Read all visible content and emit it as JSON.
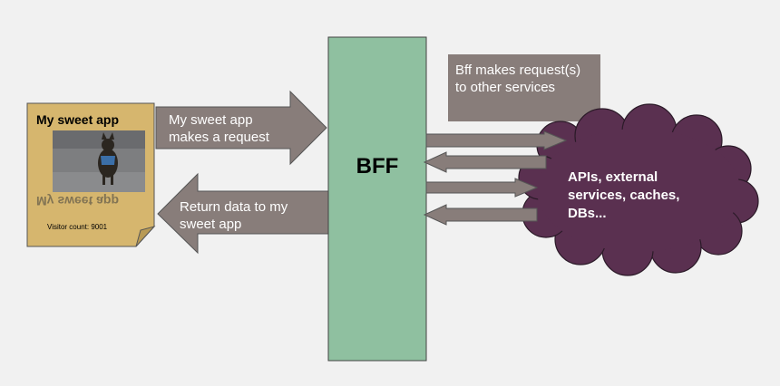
{
  "app": {
    "title": "My sweet app",
    "mirrored_title": "My sweet app",
    "visitor_count": "Visitor count: 9001"
  },
  "request_arrow": {
    "line1": "My sweet app",
    "line2": "makes a request"
  },
  "return_arrow": {
    "line1": "Return data to my",
    "line2": "sweet app"
  },
  "bff": {
    "label": "BFF"
  },
  "note": {
    "line1": "Bff makes request(s)",
    "line2": "to other services"
  },
  "cloud": {
    "line1": "APIs, external",
    "line2": "services, caches,",
    "line3": "DBs..."
  },
  "colors": {
    "background": "#f1f1f1",
    "arrow": "#887d7a",
    "bff_box": "#8fc0a0",
    "app_doc": "#d6b66e",
    "cloud": "#5a3050"
  }
}
